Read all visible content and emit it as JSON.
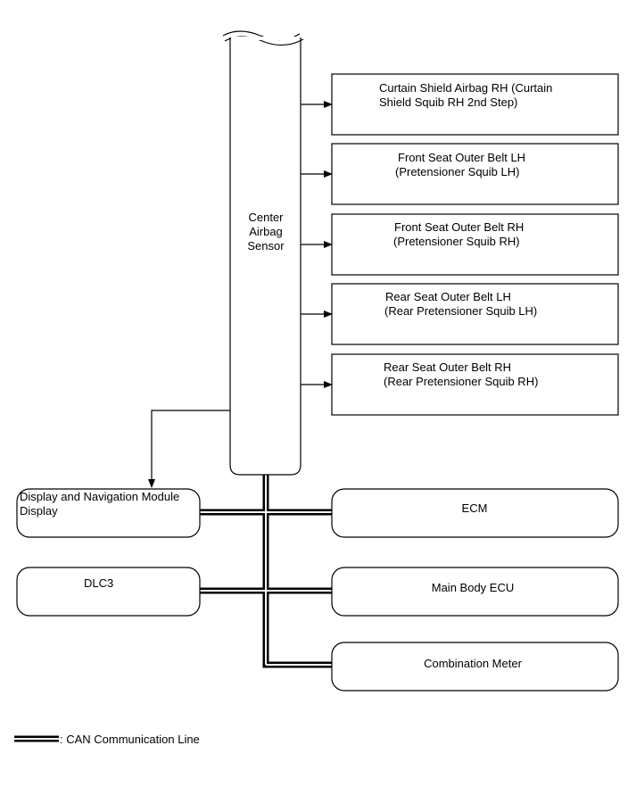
{
  "sensor": {
    "lines": [
      "Center",
      "Airbag",
      "Sensor"
    ]
  },
  "right_boxes": [
    {
      "lines": [
        "Curtain Shield Airbag RH (Curtain",
        "Shield Squib RH 2nd Step)"
      ]
    },
    {
      "lines": [
        "Front Seat Outer Belt LH",
        "(Pretensioner Squib LH)"
      ]
    },
    {
      "lines": [
        "Front Seat Outer Belt RH",
        "(Pretensioner Squib RH)"
      ]
    },
    {
      "lines": [
        "Rear Seat Outer Belt LH",
        "(Rear Pretensioner Squib LH)"
      ]
    },
    {
      "lines": [
        "Rear Seat Outer Belt RH",
        "(Rear Pretensioner Squib RH)"
      ]
    }
  ],
  "can_nodes": {
    "display": [
      "Display and Navigation Module",
      "Display"
    ],
    "dlc3": "DLC3",
    "ecm": "ECM",
    "main_body": "Main Body ECU",
    "combination_meter": "Combination Meter"
  },
  "legend": {
    "label": ": CAN Communication Line"
  }
}
